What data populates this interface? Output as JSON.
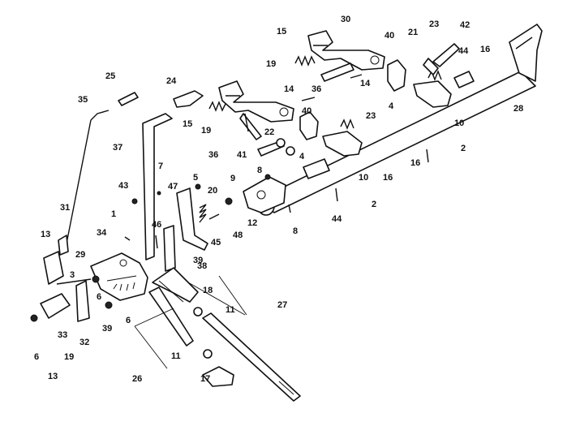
{
  "callouts": [
    "30",
    "23",
    "42",
    "15",
    "21",
    "40",
    "16",
    "19",
    "44",
    "14",
    "36",
    "25",
    "24",
    "4",
    "28",
    "35",
    "15",
    "19",
    "14",
    "40",
    "23",
    "10",
    "22",
    "2",
    "36",
    "41",
    "4",
    "16",
    "37",
    "7",
    "8",
    "10",
    "43",
    "5",
    "9",
    "16",
    "2",
    "47",
    "20",
    "44",
    "1",
    "12",
    "31",
    "46",
    "45",
    "48",
    "8",
    "13",
    "34",
    "29",
    "39",
    "38",
    "3",
    "18",
    "27",
    "6",
    "11",
    "39",
    "33",
    "6",
    "32",
    "11",
    "6",
    "19",
    "26",
    "17",
    "13"
  ],
  "hardware_icon": "bolt-icon",
  "linkage_icon": "lift-linkage-icon"
}
